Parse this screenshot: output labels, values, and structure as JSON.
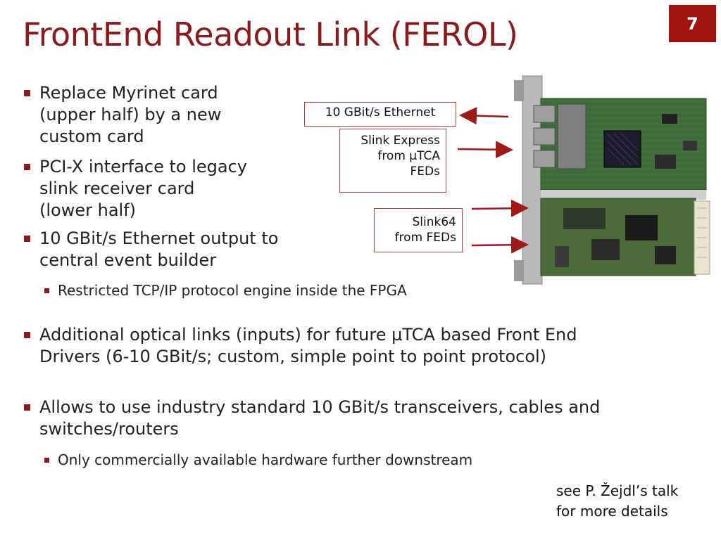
{
  "slide": {
    "title": "FrontEnd Readout Link (FEROL)",
    "page_number": "7"
  },
  "bullets": [
    {
      "lines": [
        "Replace Myrinet card",
        "(upper half) by a new",
        "custom card"
      ]
    },
    {
      "lines": [
        "PCI-X interface to legacy",
        "slink receiver card",
        "(lower half)"
      ]
    },
    {
      "lines": [
        "10 GBit/s Ethernet output to",
        "central event builder"
      ]
    }
  ],
  "sub_bullet_1": "Restricted TCP/IP protocol engine inside the FPGA",
  "bullet_4": {
    "lines": [
      "Additional optical links (inputs) for future µTCA based Front End",
      "Drivers (6-10 GBit/s; custom, simple point to point protocol)"
    ]
  },
  "bullet_5": {
    "lines": [
      "Allows to use industry standard 10 GBit/s transceivers, cables and",
      "switches/routers"
    ]
  },
  "sub_bullet_2": "Only commercially available hardware further downstream",
  "callouts": {
    "ethernet": "10 GBit/s Ethernet",
    "slink_express": [
      "Slink Express",
      "from µTCA",
      "FEDs"
    ],
    "slink64": [
      "Slink64",
      "from FEDs"
    ]
  },
  "reference": [
    "see P. Žejdl’s talk",
    "for more details"
  ],
  "colors": {
    "accent": "#8b1a1a",
    "page_badge": "#a0130e",
    "arrow": "#a01818"
  }
}
